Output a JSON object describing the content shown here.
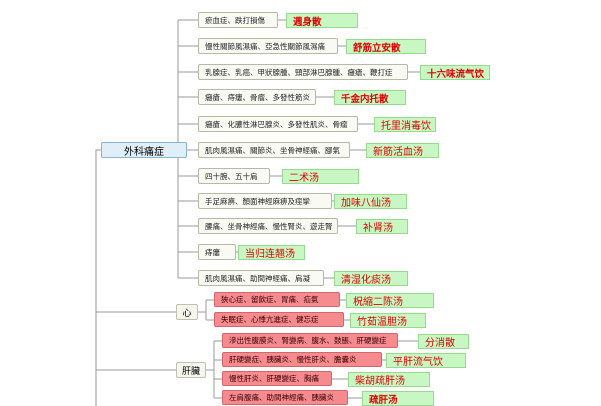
{
  "root": {
    "label": "外科痛症"
  },
  "branches": [
    {
      "condition": "瘀血症、跌打損傷",
      "formula": "週身散",
      "style": "bold"
    },
    {
      "condition": "慢性關節風濕痛、亞急性關節風濕痛",
      "formula": "舒筋立安散",
      "style": "bold"
    },
    {
      "condition": "乳腺症、乳癌、甲狀腺腫、頸部淋巴腺腫、癰瘡、鞭打症",
      "formula": "十六味流气饮",
      "style": "bold"
    },
    {
      "condition": "癰瘡、痔瘻、骨瘤、多發性筋炎",
      "formula": "千金内托散",
      "style": "bold"
    },
    {
      "condition": "癰瘡、化膿性淋巴腺炎、多發性肌炎、骨瘤",
      "formula": "托里消毒饮",
      "style": "brush"
    },
    {
      "condition": "肌肉風濕痛、關節炎、坐骨神經痛、腳氣",
      "formula": "新筋活血汤",
      "style": "brush"
    },
    {
      "condition": "四十腕、五十肩",
      "formula": "二术汤",
      "style": "brush"
    },
    {
      "condition": "手足麻痹、顏面神經麻痹及痙攣",
      "formula": "加味八仙汤",
      "style": "brush"
    },
    {
      "condition": "腰痛、坐骨神經痛、慢性腎炎、遊走腎",
      "formula": "补肾汤",
      "style": "brush"
    },
    {
      "condition": "痔瘻",
      "formula": "当归连翘汤",
      "style": "brush"
    },
    {
      "condition": "肌肉風濕痛、助間神經痛、肩凝",
      "formula": "清湿化痰汤",
      "style": "brush"
    }
  ],
  "groups": [
    {
      "label": "心",
      "items": [
        {
          "condition": "狹心症、留飲症、胃痛、疝氣",
          "formula": "柷縮二陈汤",
          "style": "brush"
        },
        {
          "condition": "失眠症、心悸亢進症、健忘症",
          "formula": "竹茹温胆汤",
          "style": "brush"
        }
      ]
    },
    {
      "label": "肝臟",
      "items": [
        {
          "condition": "滲出性腹膜炎、腎變病、腹水、鼓脹、肝硬變症",
          "formula": "分消散",
          "style": "brush"
        },
        {
          "condition": "肝硬變症、胰臟炎、慢性肝炎、膽囊炎",
          "formula": "平肝流气饮",
          "style": "brush"
        },
        {
          "condition": "慢性肝炎、肝硬變症、胸痛",
          "formula": "柴胡疏肝汤",
          "style": "brush"
        },
        {
          "condition": "左肩腹痛、助間神經痛、胰臟炎",
          "formula": "疏肝汤",
          "style": "bold"
        }
      ]
    }
  ],
  "colors": {
    "line": "#9a9a9a",
    "formula_text": "#e00000",
    "formula_bg": "#c9f7c3",
    "heart_liver_node_bg": "#f58a8f",
    "root_bg": "#dfeef7"
  }
}
